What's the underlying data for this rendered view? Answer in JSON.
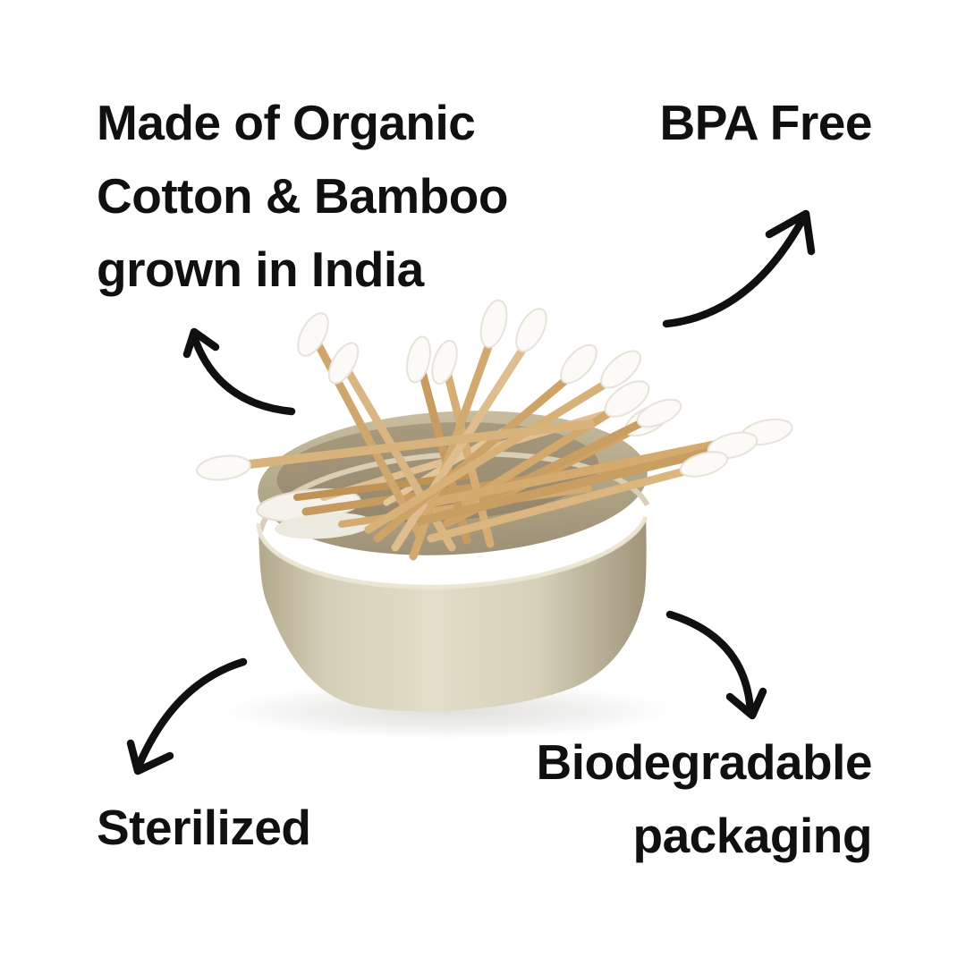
{
  "canvas": {
    "background": "#ffffff"
  },
  "annotations": {
    "top_left": {
      "lines": [
        "Made of Organic",
        "Cotton & Bamboo",
        "grown in India"
      ]
    },
    "top_right": {
      "label": "BPA Free"
    },
    "bottom_left": {
      "label": "Sterilized"
    },
    "bottom_right": {
      "lines": [
        "Biodegradable",
        "packaging"
      ]
    }
  },
  "figure": {
    "name": "bamboo-cotton-swabs-in-round-cardboard-jar",
    "colors": {
      "text": "#101010",
      "arrow": "#101010",
      "jar_light": "#e3ddc9",
      "jar_dark": "#a79c7f",
      "jar_inner": "#9e9175",
      "stick": "#d2a96e",
      "cotton": "#fbfaf7"
    }
  }
}
